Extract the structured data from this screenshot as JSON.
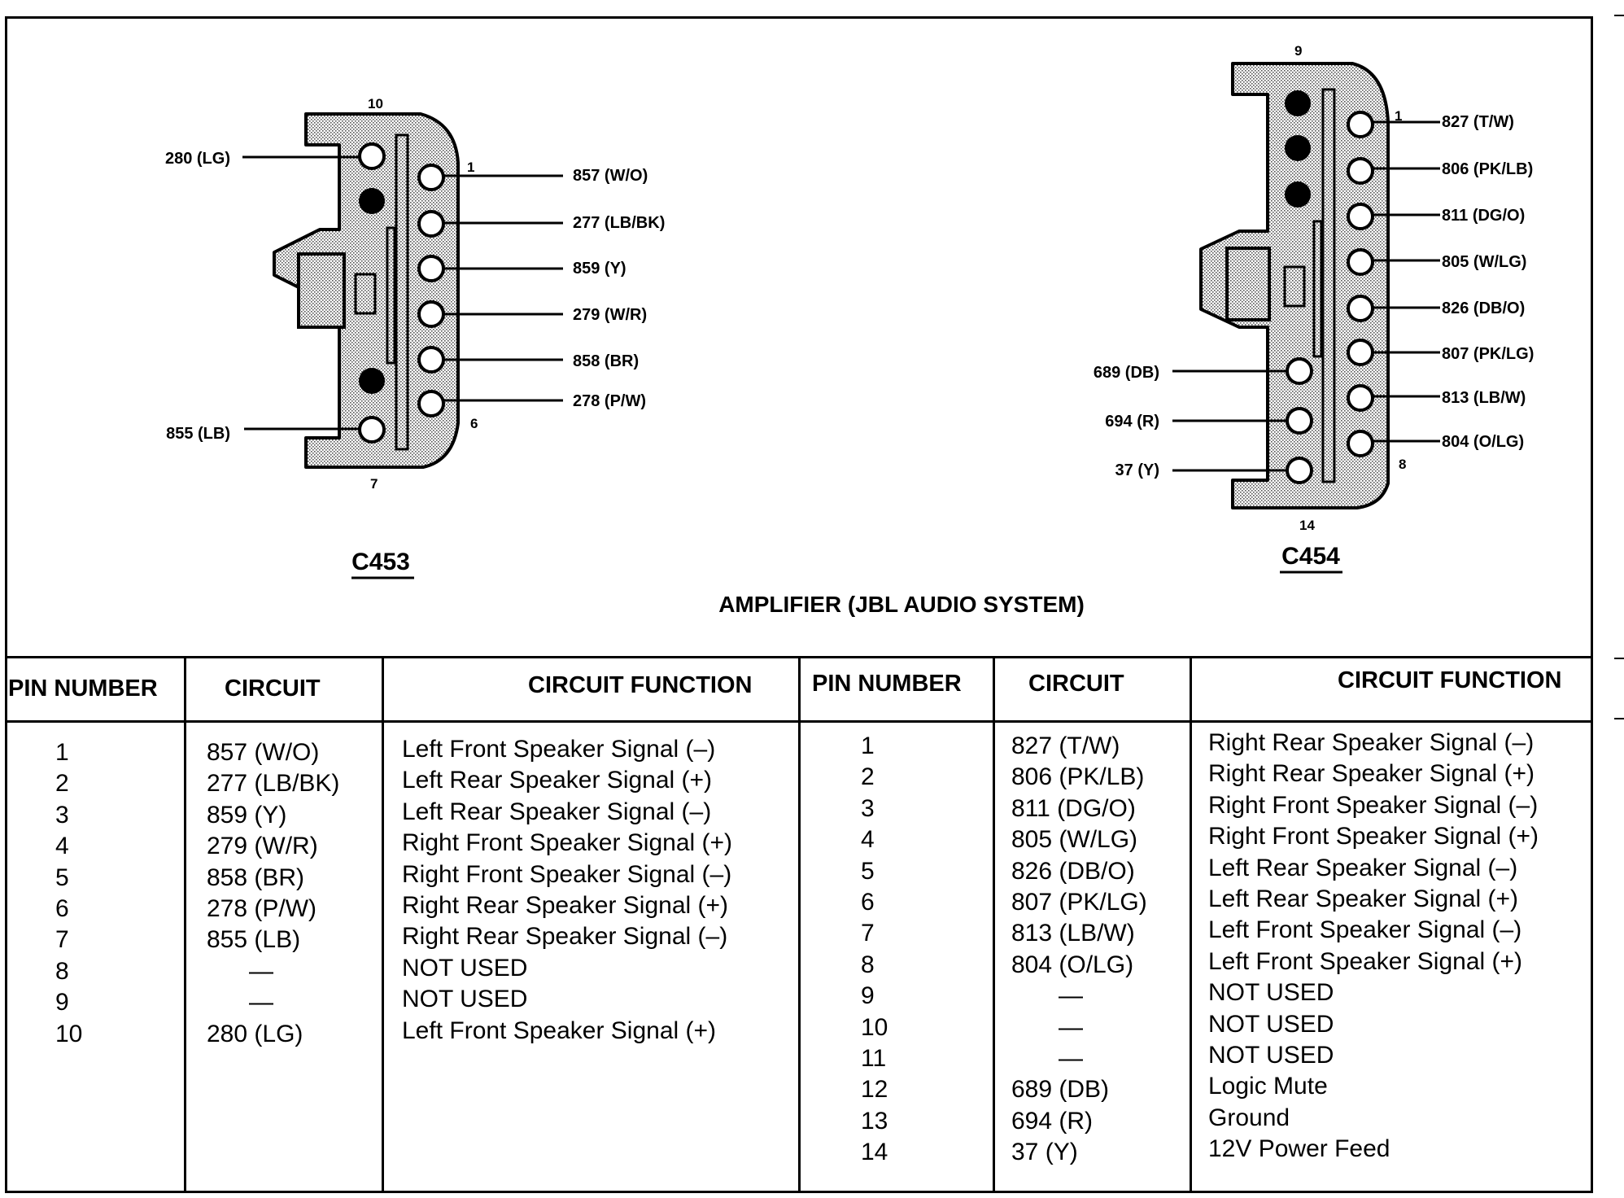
{
  "diagram_title": "AMPLIFIER (JBL AUDIO SYSTEM)",
  "connectors": {
    "c453": {
      "name": "C453",
      "pin_numbers": {
        "top": "10",
        "right_first": "1",
        "right_last": "6",
        "bottom": "7"
      },
      "left_wires": [
        "280 (LG)",
        "855 (LB)"
      ],
      "right_wires": [
        "857 (W/O)",
        "277 (LB/BK)",
        "859 (Y)",
        "279 (W/R)",
        "858 (BR)",
        "278 (P/W)"
      ]
    },
    "c454": {
      "name": "C454",
      "pin_numbers": {
        "top": "9",
        "right_first": "1",
        "right_last": "8",
        "bottom": "14"
      },
      "right_wires": [
        "827 (T/W)",
        "806 (PK/LB)",
        "811 (DG/O)",
        "805 (W/LG)",
        "826 (DB/O)",
        "807 (PK/LG)",
        "813 (LB/W)",
        "804 (O/LG)"
      ],
      "left_wires": [
        "689 (DB)",
        "694 (R)",
        "37 (Y)"
      ]
    }
  },
  "table_headers": {
    "pin_number": "PIN NUMBER",
    "circuit": "CIRCUIT",
    "circuit_function": "CIRCUIT FUNCTION"
  },
  "c453_table": [
    {
      "pin": "1",
      "circuit": "857 (W/O)",
      "function": "Left Front Speaker Signal (–)"
    },
    {
      "pin": "2",
      "circuit": "277 (LB/BK)",
      "function": "Left Rear Speaker Signal (+)"
    },
    {
      "pin": "3",
      "circuit": "859 (Y)",
      "function": "Left Rear Speaker Signal (–)"
    },
    {
      "pin": "4",
      "circuit": "279 (W/R)",
      "function": "Right Front Speaker Signal (+)"
    },
    {
      "pin": "5",
      "circuit": "858 (BR)",
      "function": "Right Front Speaker Signal (–)"
    },
    {
      "pin": "6",
      "circuit": "278 (P/W)",
      "function": "Right Rear Speaker Signal (+)"
    },
    {
      "pin": "7",
      "circuit": "855 (LB)",
      "function": "Right Rear Speaker Signal (–)"
    },
    {
      "pin": "8",
      "circuit": "—",
      "function": "NOT USED"
    },
    {
      "pin": "9",
      "circuit": "—",
      "function": "NOT USED"
    },
    {
      "pin": "10",
      "circuit": "280 (LG)",
      "function": "Left Front Speaker Signal (+)"
    }
  ],
  "c454_table": [
    {
      "pin": "1",
      "circuit": "827 (T/W)",
      "function": "Right Rear Speaker Signal (–)"
    },
    {
      "pin": "2",
      "circuit": "806 (PK/LB)",
      "function": "Right Rear Speaker Signal (+)"
    },
    {
      "pin": "3",
      "circuit": "811 (DG/O)",
      "function": "Right Front Speaker Signal (–)"
    },
    {
      "pin": "4",
      "circuit": "805 (W/LG)",
      "function": "Right Front Speaker Signal (+)"
    },
    {
      "pin": "5",
      "circuit": "826 (DB/O)",
      "function": "Left Rear Speaker Signal (–)"
    },
    {
      "pin": "6",
      "circuit": "807 (PK/LG)",
      "function": "Left Rear Speaker Signal (+)"
    },
    {
      "pin": "7",
      "circuit": "813 (LB/W)",
      "function": "Left Front Speaker Signal (–)"
    },
    {
      "pin": "8",
      "circuit": "804 (O/LG)",
      "function": "Left Front Speaker Signal (+)"
    },
    {
      "pin": "9",
      "circuit": "—",
      "function": "NOT USED"
    },
    {
      "pin": "10",
      "circuit": "—",
      "function": "NOT USED"
    },
    {
      "pin": "11",
      "circuit": "—",
      "function": "NOT USED"
    },
    {
      "pin": "12",
      "circuit": "689 (DB)",
      "function": "Logic Mute"
    },
    {
      "pin": "13",
      "circuit": "694 (R)",
      "function": "Ground"
    },
    {
      "pin": "14",
      "circuit": "37 (Y)",
      "function": "12V Power Feed"
    }
  ]
}
